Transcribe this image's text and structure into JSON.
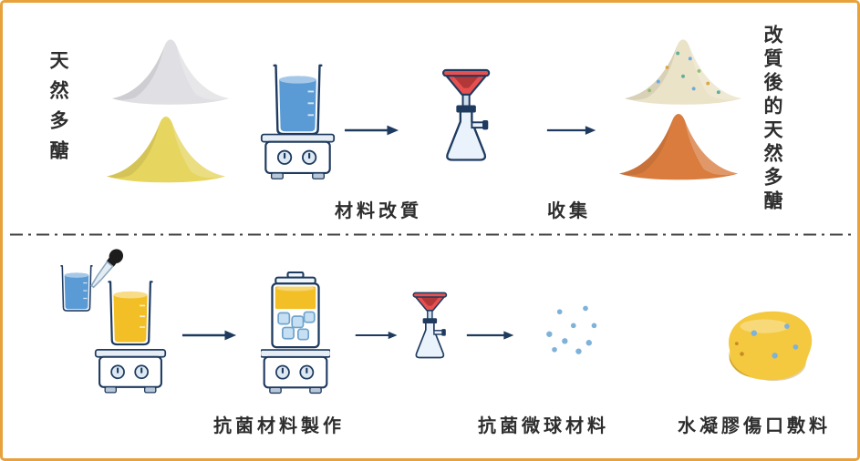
{
  "diagram": {
    "top": {
      "source_label": "天然多醣",
      "modify_label": "材料改質",
      "collect_label": "收集",
      "result_label": "改質後的天然多醣"
    },
    "bottom": {
      "fabricate_label": "抗菌材料製作",
      "microsphere_label": "抗菌微球材料",
      "dressing_label": "水凝膠傷口敷料"
    }
  },
  "icons": {
    "top": [
      "powder-pile-white",
      "powder-pile-yellow",
      "beaker-on-stirrer",
      "arrow-right",
      "vacuum-filtration-flask",
      "arrow-right",
      "powder-pile-speckled",
      "powder-pile-orange"
    ],
    "bottom": [
      "beaker-small-blue",
      "dropper",
      "beaker-yellow-on-stirrer",
      "arrow-right",
      "blender-with-ice-on-stirrer",
      "arrow-right",
      "vacuum-filtration-flask-small",
      "arrow-right",
      "microsphere-dots",
      "hydrogel-dressing"
    ]
  },
  "colors": {
    "border_orange": "#E8A23C",
    "outline_navy": "#1E3A5F",
    "liquid_blue": "#5B9BD5",
    "liquid_yellow": "#F2BF27",
    "funnel_red": "#E85050",
    "funnel_red_dark": "#B23737",
    "powder_white": "#E0E0E4",
    "powder_yellow": "#E6D55F",
    "powder_speckled": "#EBE3C8",
    "powder_orange": "#D97C3E",
    "hydrogel_yellow": "#F4C93F",
    "microsphere_blue": "#7FB2D9",
    "ice_blue": "#C6DFF2",
    "arrow_navy": "#1E3A5F",
    "divider_gray": "#3F3F3F"
  }
}
